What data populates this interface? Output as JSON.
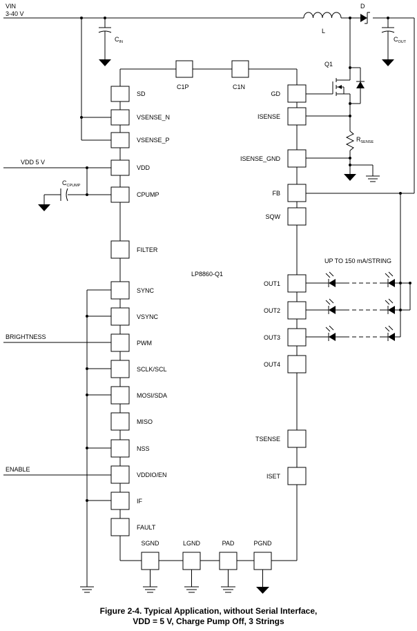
{
  "chip": {
    "name": "LP8860-Q1"
  },
  "supply": {
    "vin": "VIN",
    "vin_range": "3-40 V",
    "vdd": "VDD 5 V"
  },
  "components": {
    "inductor": "L",
    "diode": "D",
    "cin": {
      "main": "C",
      "sub": "IN"
    },
    "cout": {
      "main": "C",
      "sub": "OUT"
    },
    "ccpump": {
      "main": "C",
      "sub": "CPUMP"
    },
    "rsense": {
      "main": "R",
      "sub": "SENSE"
    },
    "q1": "Q1",
    "c1p": "C1P",
    "c1n": "C1N"
  },
  "signals": {
    "brightness": "BRIGHTNESS",
    "enable": "ENABLE"
  },
  "led_note": "UP TO 150 mA/STRING",
  "left_pins": [
    "SD",
    "VSENSE_N",
    "VSENSE_P",
    "VDD",
    "CPUMP",
    "FILTER",
    "SYNC",
    "VSYNC",
    "PWM",
    "SCLK/SCL",
    "MOSI/SDA",
    "MISO",
    "NSS",
    "VDDIO/EN",
    "IF",
    "FAULT"
  ],
  "right_pins": [
    "GD",
    "ISENSE",
    "ISENSE_GND",
    "FB",
    "SQW",
    "OUT1",
    "OUT2",
    "OUT3",
    "OUT4",
    "TSENSE",
    "ISET"
  ],
  "bottom_pins": [
    "SGND",
    "LGND",
    "PAD",
    "PGND"
  ],
  "caption": {
    "line1": "Figure 2-4. Typical Application, without Serial Interface,",
    "line2": "VDD = 5 V, Charge Pump Off, 3 Strings"
  }
}
